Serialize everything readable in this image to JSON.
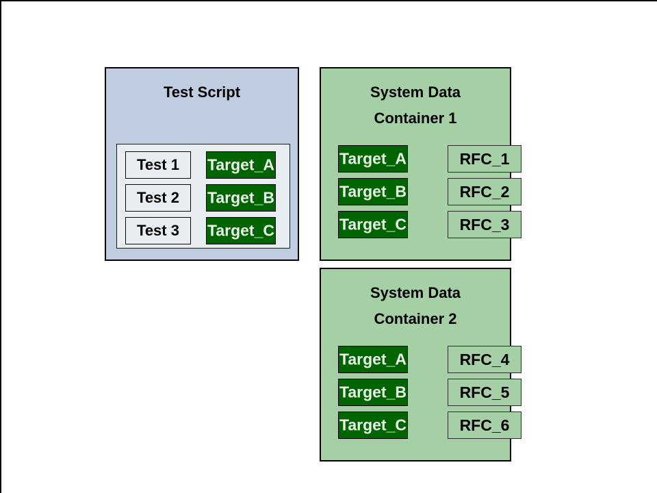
{
  "diagram": {
    "colors": {
      "script_container_fill": "#bfcde0",
      "script_inner_fill": "#e8edf2",
      "data_container_fill": "#a5d0a5",
      "target_box_fill": "#006400",
      "target_text": "#eaf2ea",
      "box_border": "#000000",
      "page_background": "#ffffff"
    },
    "script_panel": {
      "title": "Test Script",
      "rows": [
        {
          "test": "Test 1",
          "target": "Target_A"
        },
        {
          "test": "Test 2",
          "target": "Target_B"
        },
        {
          "test": "Test 3",
          "target": "Target_C"
        }
      ]
    },
    "data_containers": [
      {
        "title_line1": "System Data",
        "title_line2": "Container 1",
        "rows": [
          {
            "target": "Target_A",
            "rfc": "RFC_1"
          },
          {
            "target": "Target_B",
            "rfc": "RFC_2"
          },
          {
            "target": "Target_C",
            "rfc": "RFC_3"
          }
        ]
      },
      {
        "title_line1": "System Data",
        "title_line2": "Container 2",
        "rows": [
          {
            "target": "Target_A",
            "rfc": "RFC_4"
          },
          {
            "target": "Target_B",
            "rfc": "RFC_5"
          },
          {
            "target": "Target_C",
            "rfc": "RFC_6"
          }
        ]
      }
    ]
  }
}
